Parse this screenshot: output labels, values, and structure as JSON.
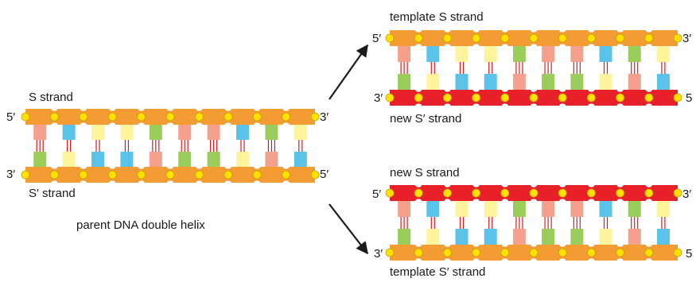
{
  "colors": {
    "parent_strand": "#f39c33",
    "new_strand": "#e8202a",
    "phosphate": "#ffe000",
    "phosphate_outline": "#c9a200",
    "bond": "#d81e1e",
    "base_green": "#9acd5a",
    "base_blue": "#5bc2ea",
    "base_yellow": "#fdf49c",
    "base_pink": "#f4a08c",
    "arrow": "#1a1a1a"
  },
  "parent": {
    "top_label": "S strand",
    "bottom_label": "S′ strand",
    "caption": "parent DNA double helix",
    "top_left_end": "5′",
    "top_right_end": "3′",
    "bottom_left_end": "3′",
    "bottom_right_end": "5′"
  },
  "daughter_top": {
    "top_label": "template S strand",
    "bottom_label": "new S′ strand",
    "top_left_end": "5′",
    "top_right_end": "3′",
    "bottom_left_end": "3′",
    "bottom_right_end": "5"
  },
  "daughter_bottom": {
    "top_label": "new S strand",
    "bottom_label": "template S′ strand",
    "top_left_end": "5′",
    "top_right_end": "3′",
    "bottom_left_end": "3′",
    "bottom_right_end": "5"
  },
  "parent_pairs": [
    [
      "pink",
      "green"
    ],
    [
      "blue",
      "yellow"
    ],
    [
      "yellow",
      "blue"
    ],
    [
      "yellow",
      "blue"
    ],
    [
      "green",
      "pink"
    ],
    [
      "pink",
      "green"
    ],
    [
      "pink",
      "green"
    ],
    [
      "blue",
      "yellow"
    ],
    [
      "green",
      "pink"
    ],
    [
      "yellow",
      "blue"
    ]
  ],
  "daughter_pairs": [
    [
      "pink",
      "green"
    ],
    [
      "blue",
      "yellow"
    ],
    [
      "yellow",
      "blue"
    ],
    [
      "yellow",
      "blue"
    ],
    [
      "green",
      "pink"
    ],
    [
      "pink",
      "green"
    ],
    [
      "pink",
      "green"
    ],
    [
      "blue",
      "yellow"
    ],
    [
      "green",
      "pink"
    ],
    [
      "yellow",
      "blue"
    ]
  ]
}
